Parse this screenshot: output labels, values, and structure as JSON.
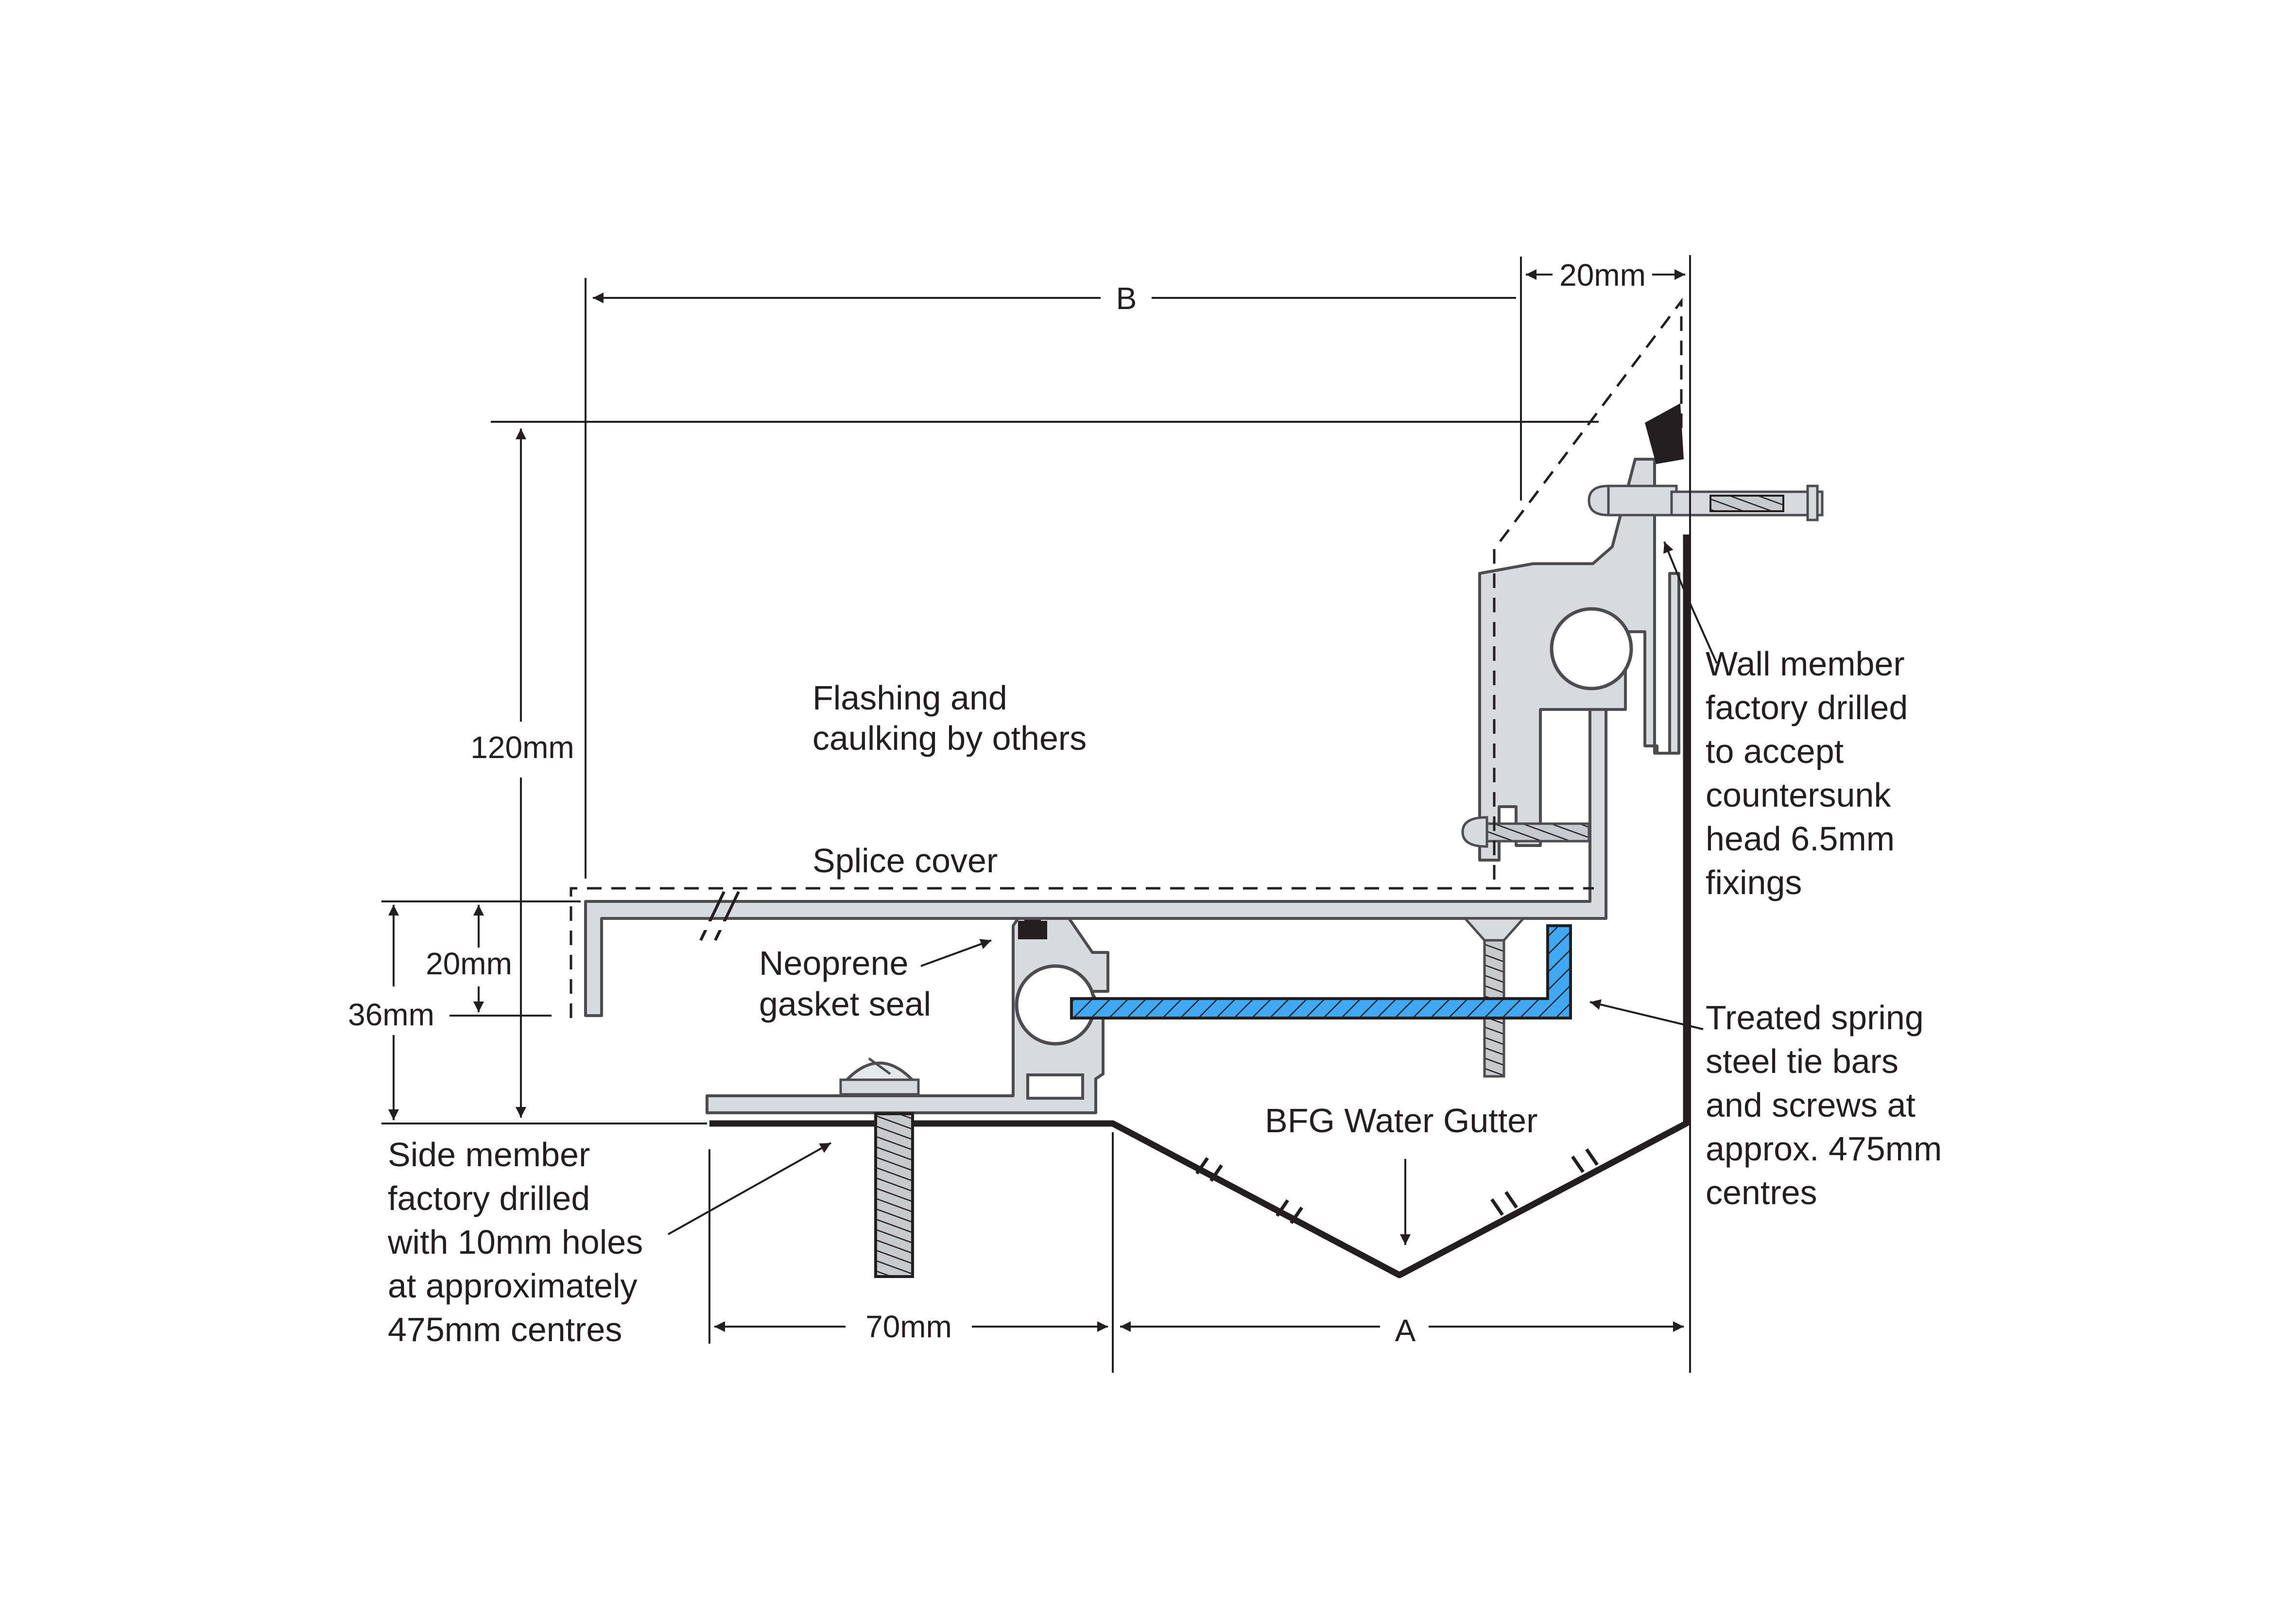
{
  "labels": {
    "flashing": [
      "Flashing and",
      "caulking by others"
    ],
    "splice": "Splice cover",
    "neoprene": [
      "Neoprene",
      "gasket seal"
    ],
    "wall_member": [
      "Wall member",
      "factory drilled",
      "to accept",
      "countersunk",
      "head 6.5mm",
      "fixings"
    ],
    "tie_bars": [
      "Treated spring",
      "steel tie bars",
      "and screws at",
      "approx. 475mm",
      "centres"
    ],
    "gutter": "BFG Water Gutter",
    "side_member": [
      "Side member",
      "factory drilled",
      "with 10mm holes",
      "at approximately",
      "475mm centres"
    ]
  },
  "dimensions": {
    "b": "B",
    "a": "A",
    "top_20": "20mm",
    "h_120": "120mm",
    "h_20": "20mm",
    "h_36": "36mm",
    "w_70": "70mm"
  },
  "colors": {
    "line": "#231f20",
    "aluminium": "#d9dadb",
    "aluminium_edge": "#4d4d4f",
    "tie_bar": "#3fa9f5"
  }
}
